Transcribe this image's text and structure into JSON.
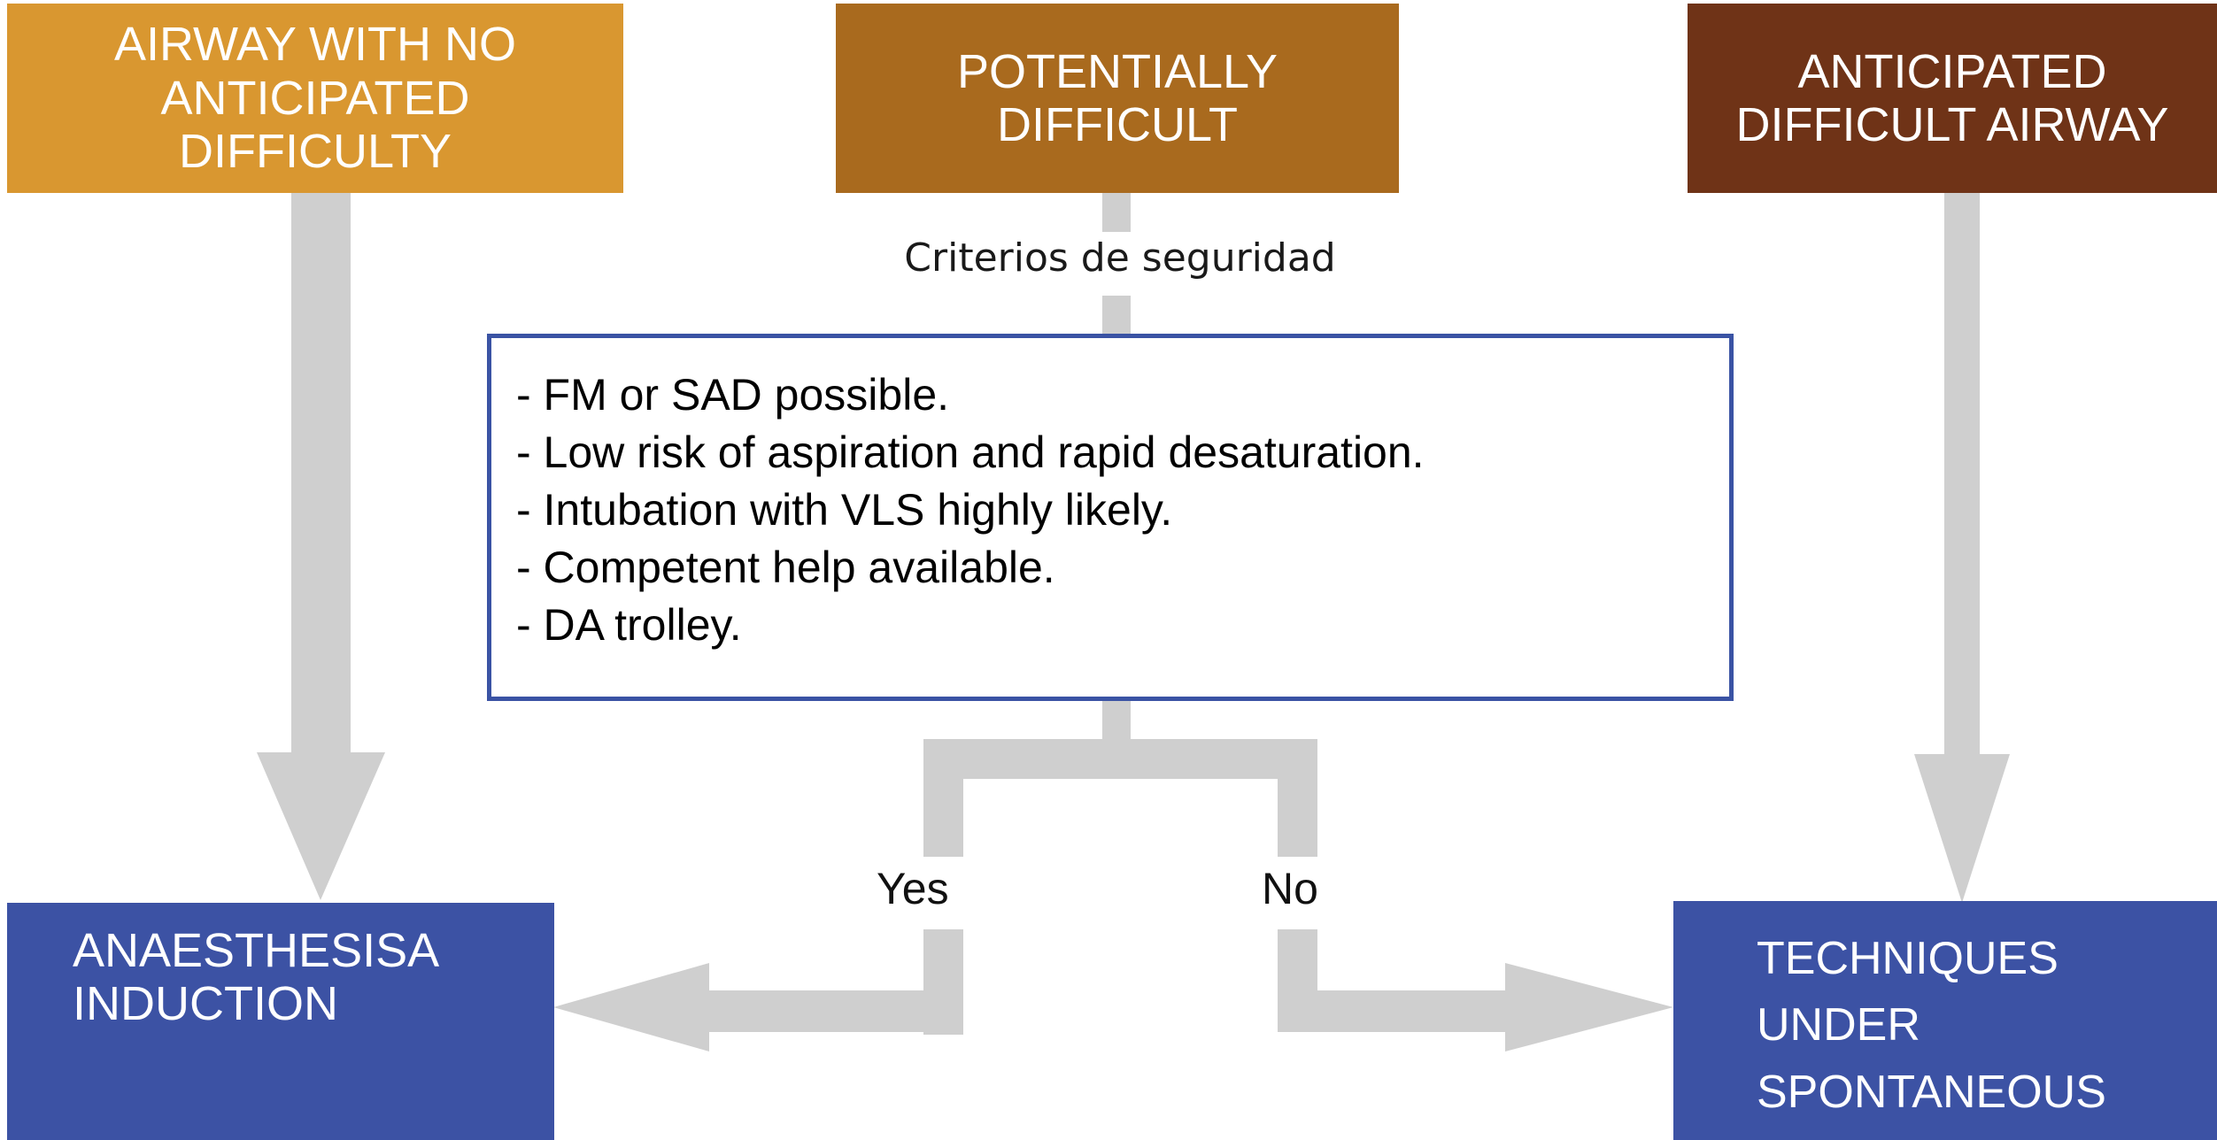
{
  "diagram": {
    "title": "Airway management decision flowchart",
    "colors": {
      "no_difficulty": "#D99730",
      "potentially_difficult": "#A96A1E",
      "anticipated_difficult": "#6F3317",
      "outcome_blue": "#3C52A4",
      "criteria_border": "#3A53A4",
      "connector_gray": "#CFCFCF",
      "text_white": "#FFFFFF",
      "text_black": "#000000",
      "background": "#FFFFFF"
    },
    "top_nodes": {
      "no_difficulty": {
        "lines": [
          "AIRWAY WITH NO",
          "ANTICIPATED",
          "DIFFICULTY"
        ]
      },
      "potentially_difficult": {
        "lines": [
          "POTENTIALLY",
          "DIFFICULT"
        ]
      },
      "anticipated_difficult": {
        "lines": [
          "ANTICIPATED",
          "DIFFICULT AIRWAY"
        ]
      }
    },
    "edge_label": {
      "criterios": "Criterios de seguridad"
    },
    "criteria_box": {
      "items": [
        "- FM or SAD possible.",
        "- Low risk of aspiration and rapid desaturation.",
        "- Intubation with VLS highly likely.",
        "- Competent help available.",
        "- DA trolley."
      ]
    },
    "decision_labels": {
      "yes": "Yes",
      "no": "No"
    },
    "bottom_nodes": {
      "anaesthesia_induction": {
        "lines": [
          "ANAESTHESISA",
          "INDUCTION"
        ]
      },
      "techniques_spontaneous": {
        "lines": [
          "TECHNIQUES",
          "UNDER",
          "SPONTANEOUS"
        ]
      }
    },
    "connectors": [
      {
        "name": "no-difficulty-to-induction",
        "from": "AIRWAY WITH NO ANTICIPATED DIFFICULTY",
        "to": "ANAESTHESISA INDUCTION",
        "direction": "down"
      },
      {
        "name": "potentially-difficult-to-criteria",
        "from": "POTENTIALLY DIFFICULT",
        "to": "criteria box",
        "direction": "down"
      },
      {
        "name": "anticipated-to-techniques",
        "from": "ANTICIPATED DIFFICULT AIRWAY",
        "to": "TECHNIQUES UNDER SPONTANEOUS",
        "direction": "down"
      },
      {
        "name": "criteria-yes-to-induction",
        "label": "Yes",
        "to": "ANAESTHESISA INDUCTION",
        "direction": "left"
      },
      {
        "name": "criteria-no-to-techniques",
        "label": "No",
        "to": "TECHNIQUES UNDER SPONTANEOUS",
        "direction": "right"
      }
    ]
  }
}
